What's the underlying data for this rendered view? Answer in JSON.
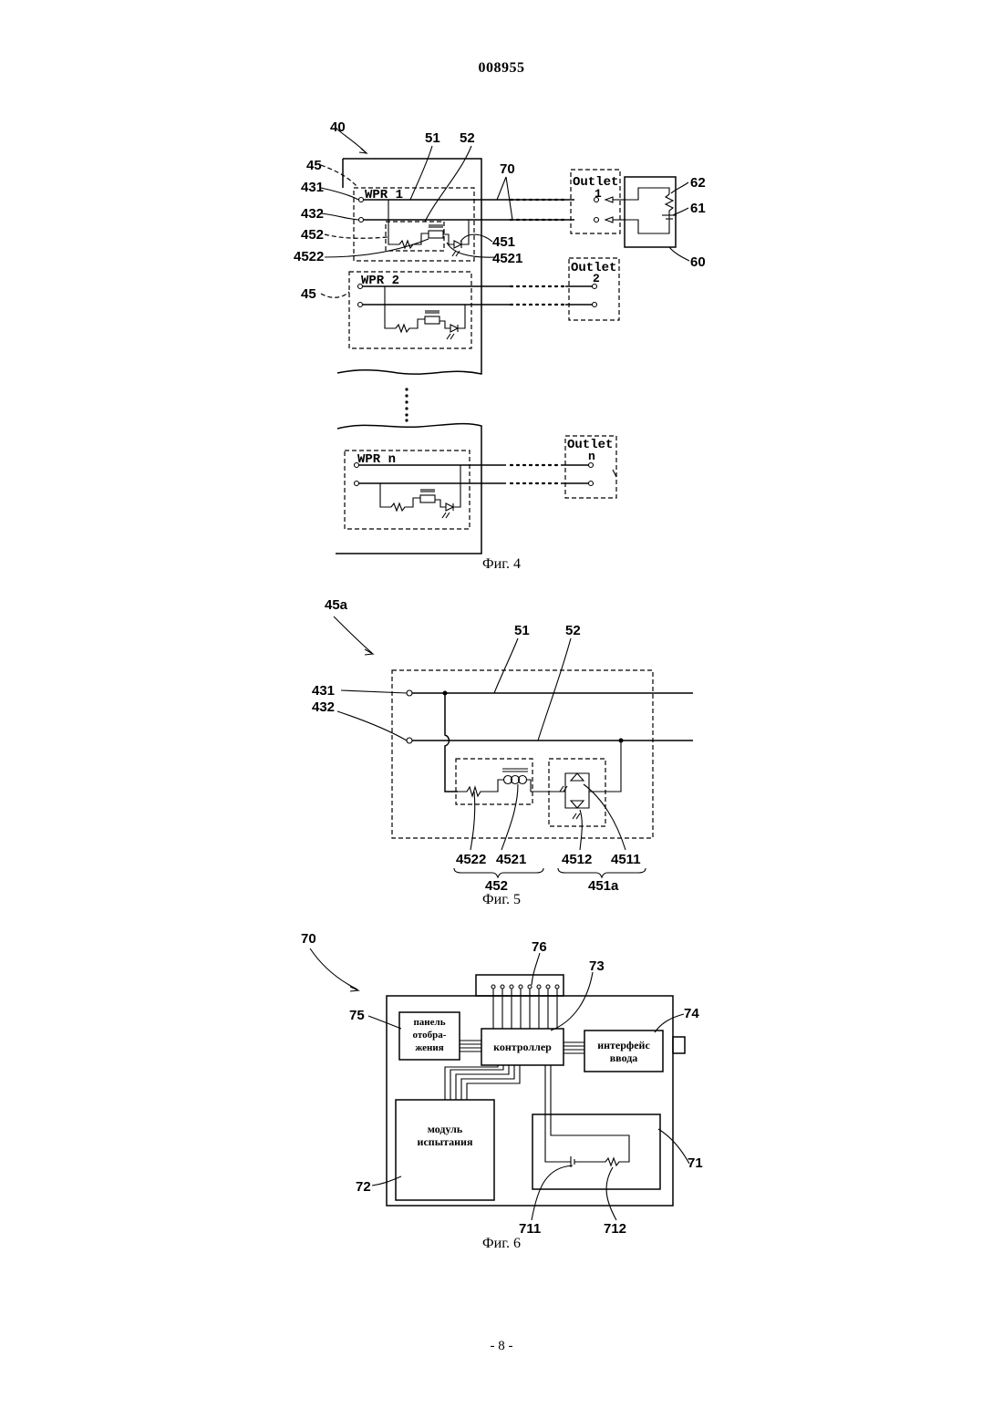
{
  "header": {
    "doc_number": "008955"
  },
  "footer": {
    "page_number": "- 8 -"
  },
  "fig4": {
    "caption": "Фиг. 4",
    "refs": {
      "r40": "40",
      "r45a": "45",
      "r45b": "45",
      "r431": "431",
      "r432": "432",
      "r452": "452",
      "r4522": "4522",
      "r51": "51",
      "r52": "52",
      "r70": "70",
      "r451": "451",
      "r4521": "4521",
      "r62": "62",
      "r61": "61",
      "r60": "60"
    },
    "wpr_labels": [
      "WPR 1",
      "WPR 2",
      "WPR n"
    ],
    "outlet_label": "Outlet",
    "outlet_numbers": [
      "1",
      "2",
      "n"
    ]
  },
  "fig5": {
    "caption": "Фиг. 5",
    "refs": {
      "r45a": "45a",
      "r51": "51",
      "r52": "52",
      "r431": "431",
      "r432": "432",
      "r4522": "4522",
      "r4521": "4521",
      "r4512": "4512",
      "r4511": "4511",
      "r452": "452",
      "r451a": "451a"
    }
  },
  "fig6": {
    "caption": "Фиг. 6",
    "refs": {
      "r70": "70",
      "r76": "76",
      "r73": "73",
      "r74": "74",
      "r75": "75",
      "r71": "71",
      "r72": "72",
      "r711": "711",
      "r712": "712"
    },
    "blocks": {
      "display_panel": [
        "панель",
        "отобра-",
        "жения"
      ],
      "controller": "контроллер",
      "input_interface": [
        "интерфейс",
        "ввода"
      ],
      "test_module": [
        "модуль",
        "испытания"
      ]
    }
  }
}
